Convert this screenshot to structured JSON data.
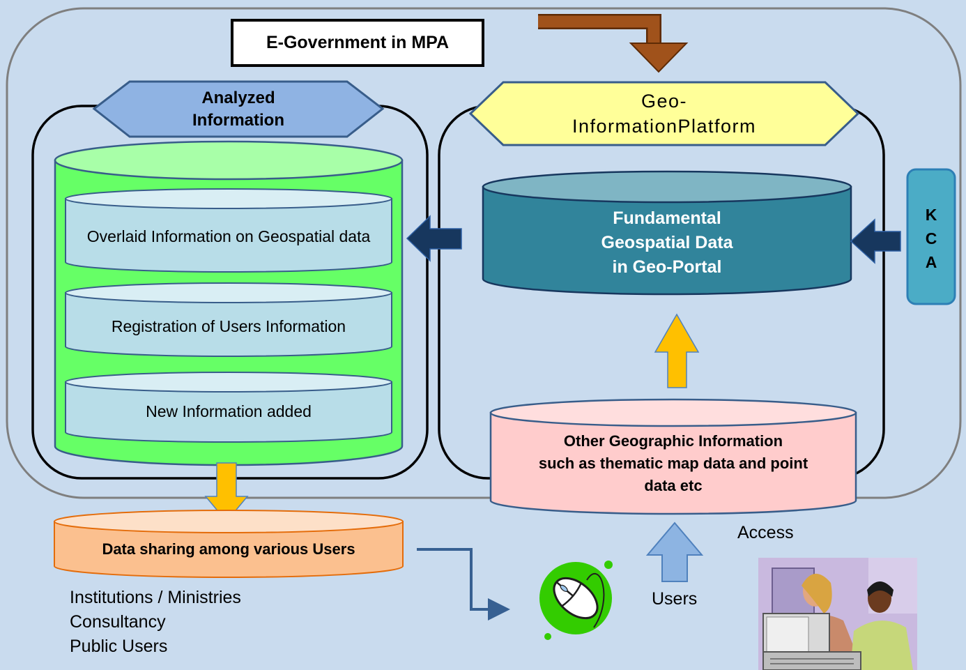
{
  "title": "E-Government in MPA",
  "left_group": {
    "header": "Analyzed\nInformation",
    "layers": [
      "Overlaid Information on Geospatial data",
      "Registration of Users Information",
      "New Information added"
    ]
  },
  "right_group": {
    "header": "Geo-\nInformationPlatform",
    "fundamental": "Fundamental\nGeospatial Data\nin Geo-Portal",
    "other": "Other Geographic Information\nsuch as thematic map data and point\ndata etc"
  },
  "kca": "K\nC\nA",
  "sharing": "Data sharing among various Users",
  "user_groups": [
    "Institutions / Ministries",
    "Consultancy",
    "Public Users"
  ],
  "access_label": "Access",
  "users_label": "Users",
  "icons": {
    "mouse": "computer-mouse-icon",
    "people": "people-at-computer-illustration"
  },
  "colors": {
    "background": "#c9dbee",
    "title_border": "#000000",
    "left_db": "#66ff66",
    "left_layer": "#b8dde8",
    "left_header": "#8fb3e3",
    "right_header": "#ffff99",
    "fundamental_db": "#31849b",
    "other_db": "#ffcccc",
    "sharing_db": "#fbc08f",
    "kca_box": "#4bacc6",
    "yellow_arrow": "#ffc000",
    "navy_arrow": "#17375e",
    "brown_arrow": "#a0521b",
    "blue_arrow": "#8db4e2"
  }
}
